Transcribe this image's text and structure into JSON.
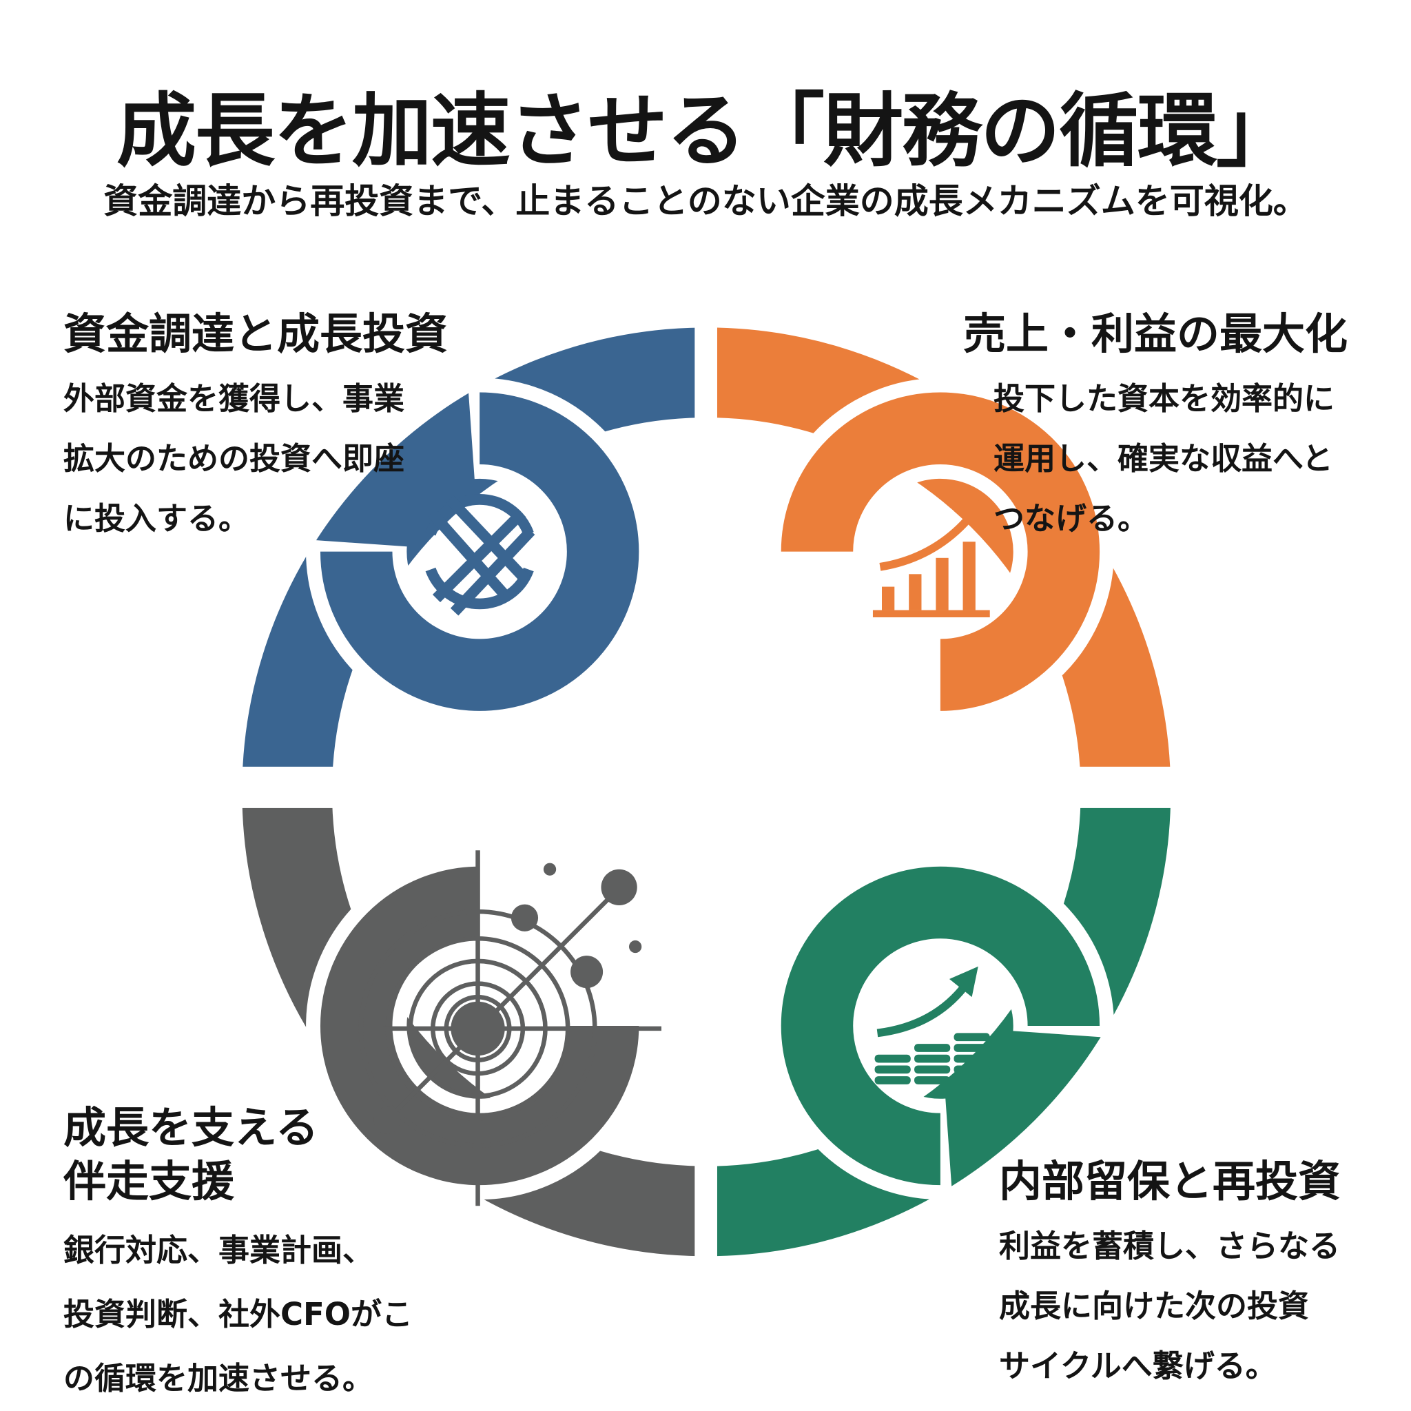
{
  "header": {
    "title": "成長を加速させる「財務の循環」",
    "subtitle": "資金調達から再投資まで、止まることのない企業の成長メカニズムを可視化。"
  },
  "sections": [
    {
      "heading": "資金調達と成長投資",
      "lines": [
        "外部資金を獲得し、事業",
        "拡大のための投資へ即座",
        "に投入する。"
      ],
      "color": "#3A6591",
      "icon": "network-cross-icon"
    },
    {
      "heading": "売上・利益の最大化",
      "lines": [
        "投下した資本を効率的に",
        "運用し、確実な収益へと",
        "つなげる。"
      ],
      "color": "#EB7E3A",
      "icon": "growth-bar-chart-icon"
    },
    {
      "heading_lines": [
        "成長を支える",
        "伴走支援"
      ],
      "lines": [
        "銀行対応、事業計画、",
        "投資判断、社外CFOがこ",
        "の循環を加速させる。"
      ],
      "color": "#5E5F5F",
      "icon": "target-radar-icon"
    },
    {
      "heading": "内部留保と再投資",
      "lines": [
        "利益を蓄積し、さらなる",
        "成長に向けた次の投資",
        "サイクルへ繋げる。"
      ],
      "color": "#228062",
      "icon": "coins-growth-icon"
    }
  ]
}
